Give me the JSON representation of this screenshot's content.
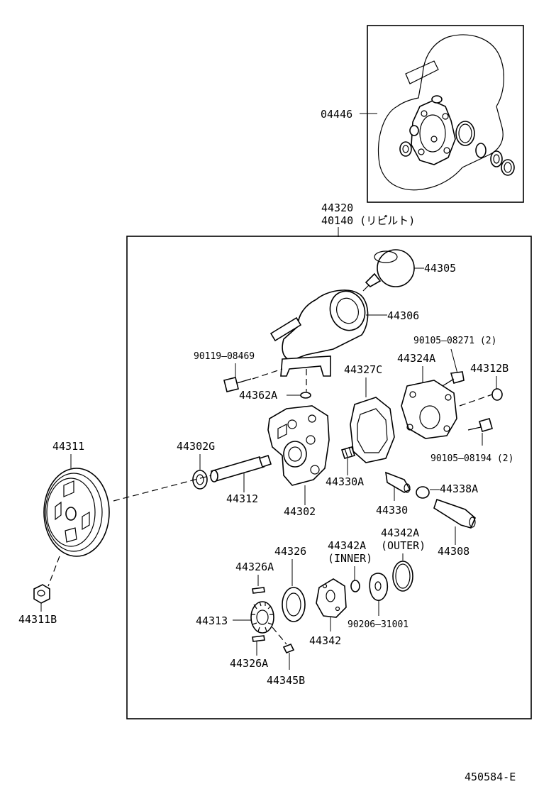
{
  "diagram_code": "450584-E",
  "assembly": {
    "part_no": "44320",
    "rebuilt_part_no": "40140 (リビ゚ルト)"
  },
  "parts": {
    "p04446": "04446",
    "p44305": "44305",
    "p44306": "44306",
    "p90105_08271": "90105–08271 (2)",
    "p90119_08469": "90119–08469",
    "p44324A": "44324A",
    "p44312B": "44312B",
    "p44327C": "44327C",
    "p44362A": "44362A",
    "p44302G": "44302G",
    "p90105_08194": "90105–08194 (2)",
    "p44311": "44311",
    "p44312": "44312",
    "p44330A": "44330A",
    "p44338A": "44338A",
    "p44302": "44302",
    "p44330": "44330",
    "p44342A_outer": "44342A",
    "outer_note": "(OUTER)",
    "p44308": "44308",
    "p44342A_inner": "44342A",
    "inner_note": "(INNER)",
    "p44326": "44326",
    "p44326A_top": "44326A",
    "p44311B": "44311B",
    "p44313": "44313",
    "p90206_31001": "90206–31001",
    "p44342": "44342",
    "p44326A_bottom": "44326A",
    "p44345B": "44345B"
  }
}
